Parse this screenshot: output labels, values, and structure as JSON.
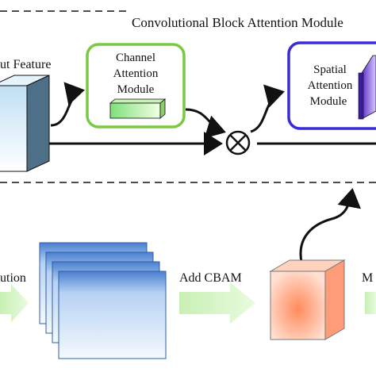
{
  "title": "Convolutional Block Attention Module",
  "input_feature_label": "ut Feature",
  "channel_module": {
    "line1": "Channel",
    "line2": "Attention",
    "line3": "Module"
  },
  "spatial_module": {
    "line1": "Spatial",
    "line2": "Attention",
    "line3": "Module"
  },
  "multiply_symbol": "⊗",
  "bottom": {
    "left_label": "ution",
    "add_cbam_label": "Add CBAM",
    "right_label": "M"
  },
  "colors": {
    "channel_border": "#7ac943",
    "spatial_border": "#3b2bd6",
    "arrow_fill": "#c8f0b4",
    "line": "#111111"
  }
}
